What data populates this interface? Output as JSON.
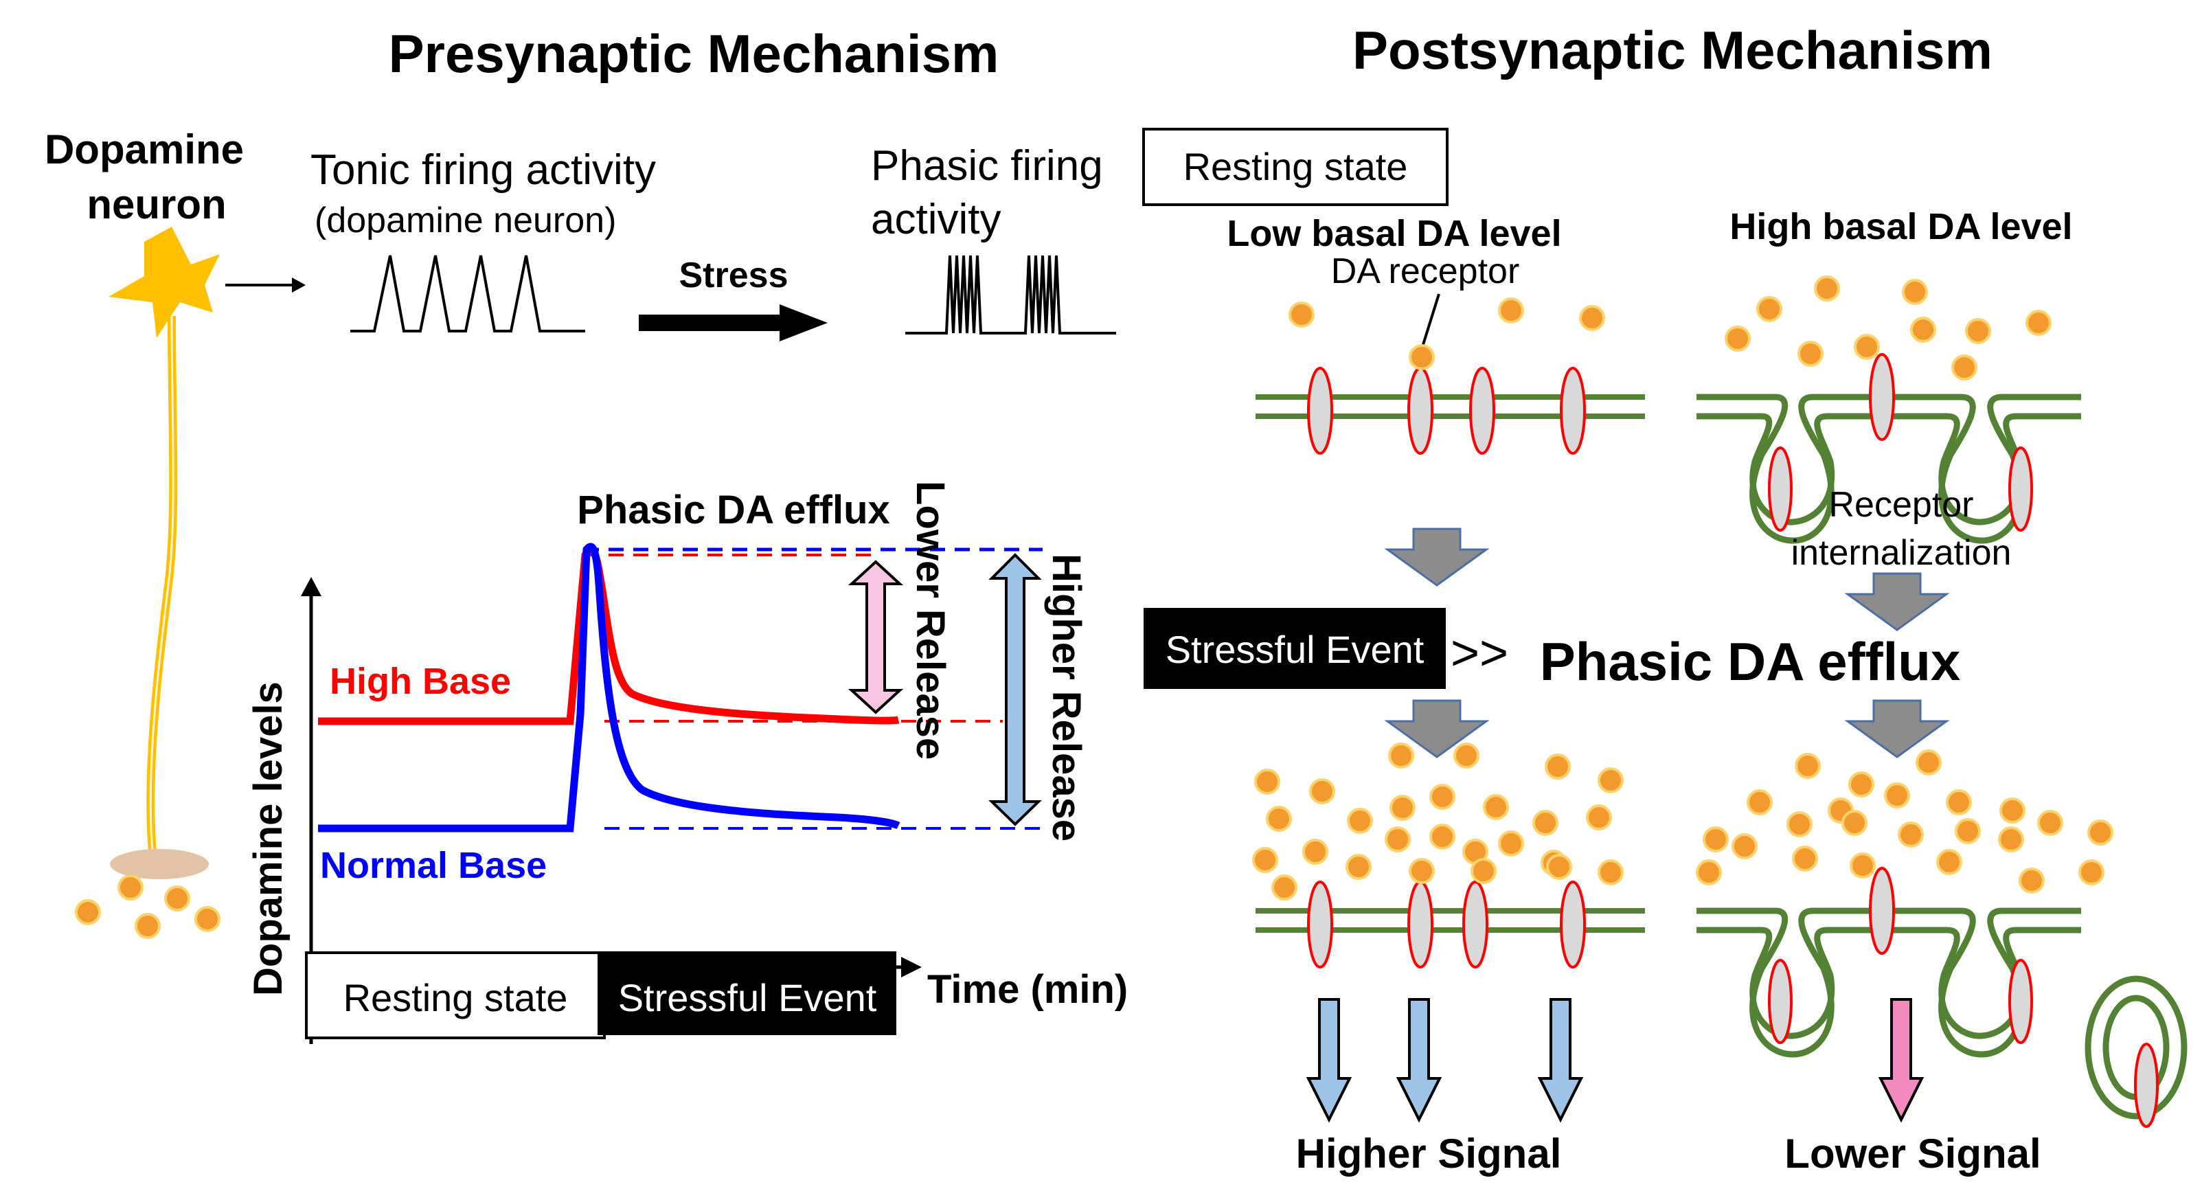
{
  "presynaptic": {
    "title": "Presynaptic Mechanism",
    "neuron_label_line1": "Dopamine",
    "neuron_label_line2": "neuron",
    "tonic_line1": "Tonic firing activity",
    "tonic_line2": "(dopamine neuron)",
    "stress": "Stress",
    "phasic_line1": "Phasic firing",
    "phasic_line2": "activity"
  },
  "graph": {
    "title": "Phasic DA efflux",
    "ylabel": "Dopamine levels",
    "xlabel": "Time (min)",
    "high_base": "High Base",
    "normal_base": "Normal Base",
    "lower_release": "Lower Release",
    "higher_release": "Higher Release",
    "resting_state": "Resting state",
    "stressful_event": "Stressful Event"
  },
  "postsynaptic": {
    "title": "Postsynaptic Mechanism",
    "resting_state": "Resting state",
    "low_basal": "Low basal DA level",
    "high_basal": "High basal DA level",
    "da_receptor": "DA receptor",
    "internalization_line1": "Receptor",
    "internalization_line2": "internalization",
    "stressful_event": "Stressful Event",
    "gg": ">>",
    "phasic_efflux": "Phasic DA efflux",
    "higher_signal": "Higher Signal",
    "lower_signal": "Lower Signal"
  },
  "colors": {
    "dopamine_particle": "#f39a2f",
    "neuron": "#ffc000",
    "high_base_line": "#ff0000",
    "normal_base_line": "#0000ff",
    "membrane": "#548235",
    "receptor_fill": "#d9d9d9",
    "receptor_stroke": "#ff0000",
    "gray_arrow": "#8c8c8c",
    "blue_arrow": "#9dc3e6",
    "pink_arrow": "#f28ac0"
  }
}
